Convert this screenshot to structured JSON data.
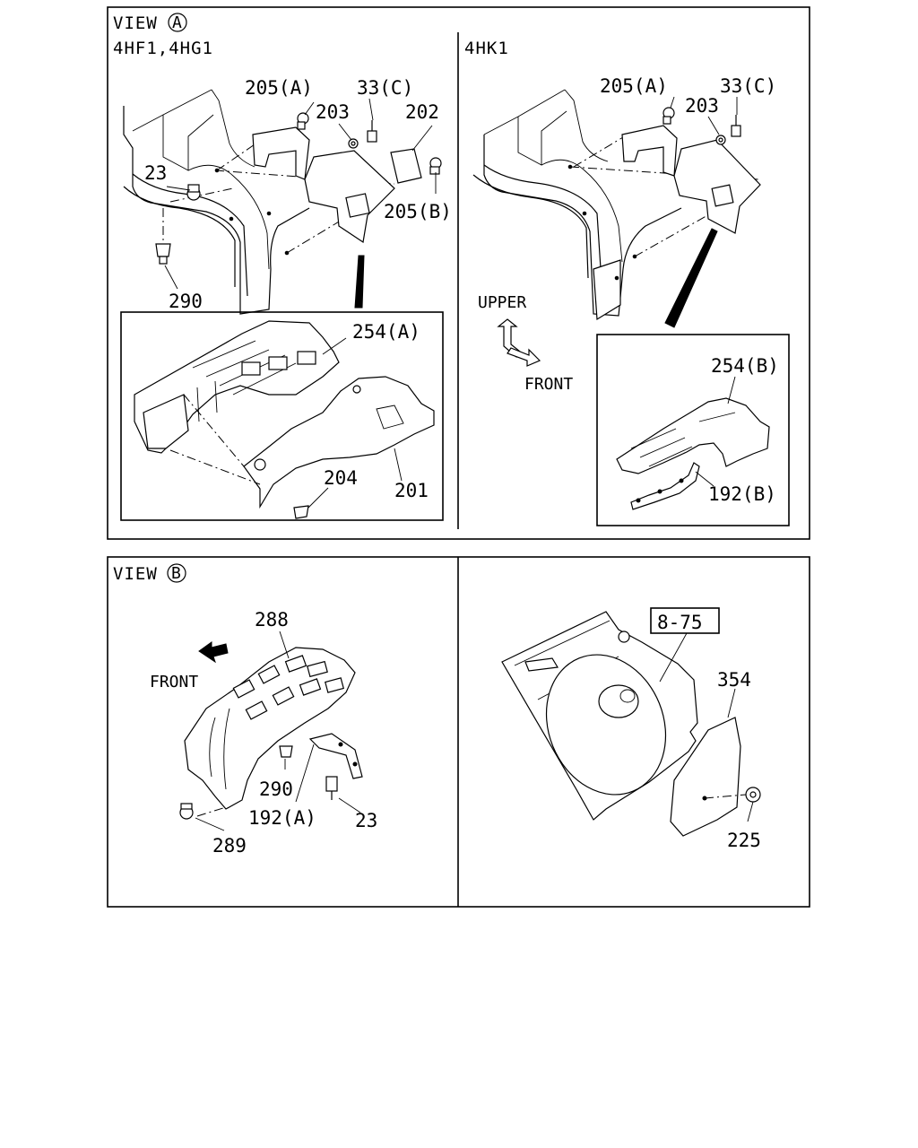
{
  "view_a": {
    "title": "VIEW",
    "title_mark": "A",
    "left_variant": "4HF1,4HG1",
    "right_variant": "4HK1",
    "left_callouts": {
      "c205a": "205(A)",
      "c33c": "33(C)",
      "c203": "203",
      "c202": "202",
      "c23": "23",
      "c205b": "205(B)",
      "c290": "290",
      "c254a": "254(A)",
      "c204": "204",
      "c201": "201"
    },
    "right_callouts": {
      "c205a": "205(A)",
      "c33c": "33(C)",
      "c203": "203",
      "c254b": "254(B)",
      "c192b": "192(B)"
    },
    "dir_upper": "UPPER",
    "dir_front": "FRONT"
  },
  "view_b": {
    "title": "VIEW",
    "title_mark": "B",
    "dir_front": "FRONT",
    "callouts": {
      "c288": "288",
      "c290": "290",
      "c192a": "192(A)",
      "c23": "23",
      "c289": "289"
    }
  },
  "spare_panel": {
    "ref_box": "8-75",
    "callouts": {
      "c354": "354",
      "c225": "225"
    }
  }
}
